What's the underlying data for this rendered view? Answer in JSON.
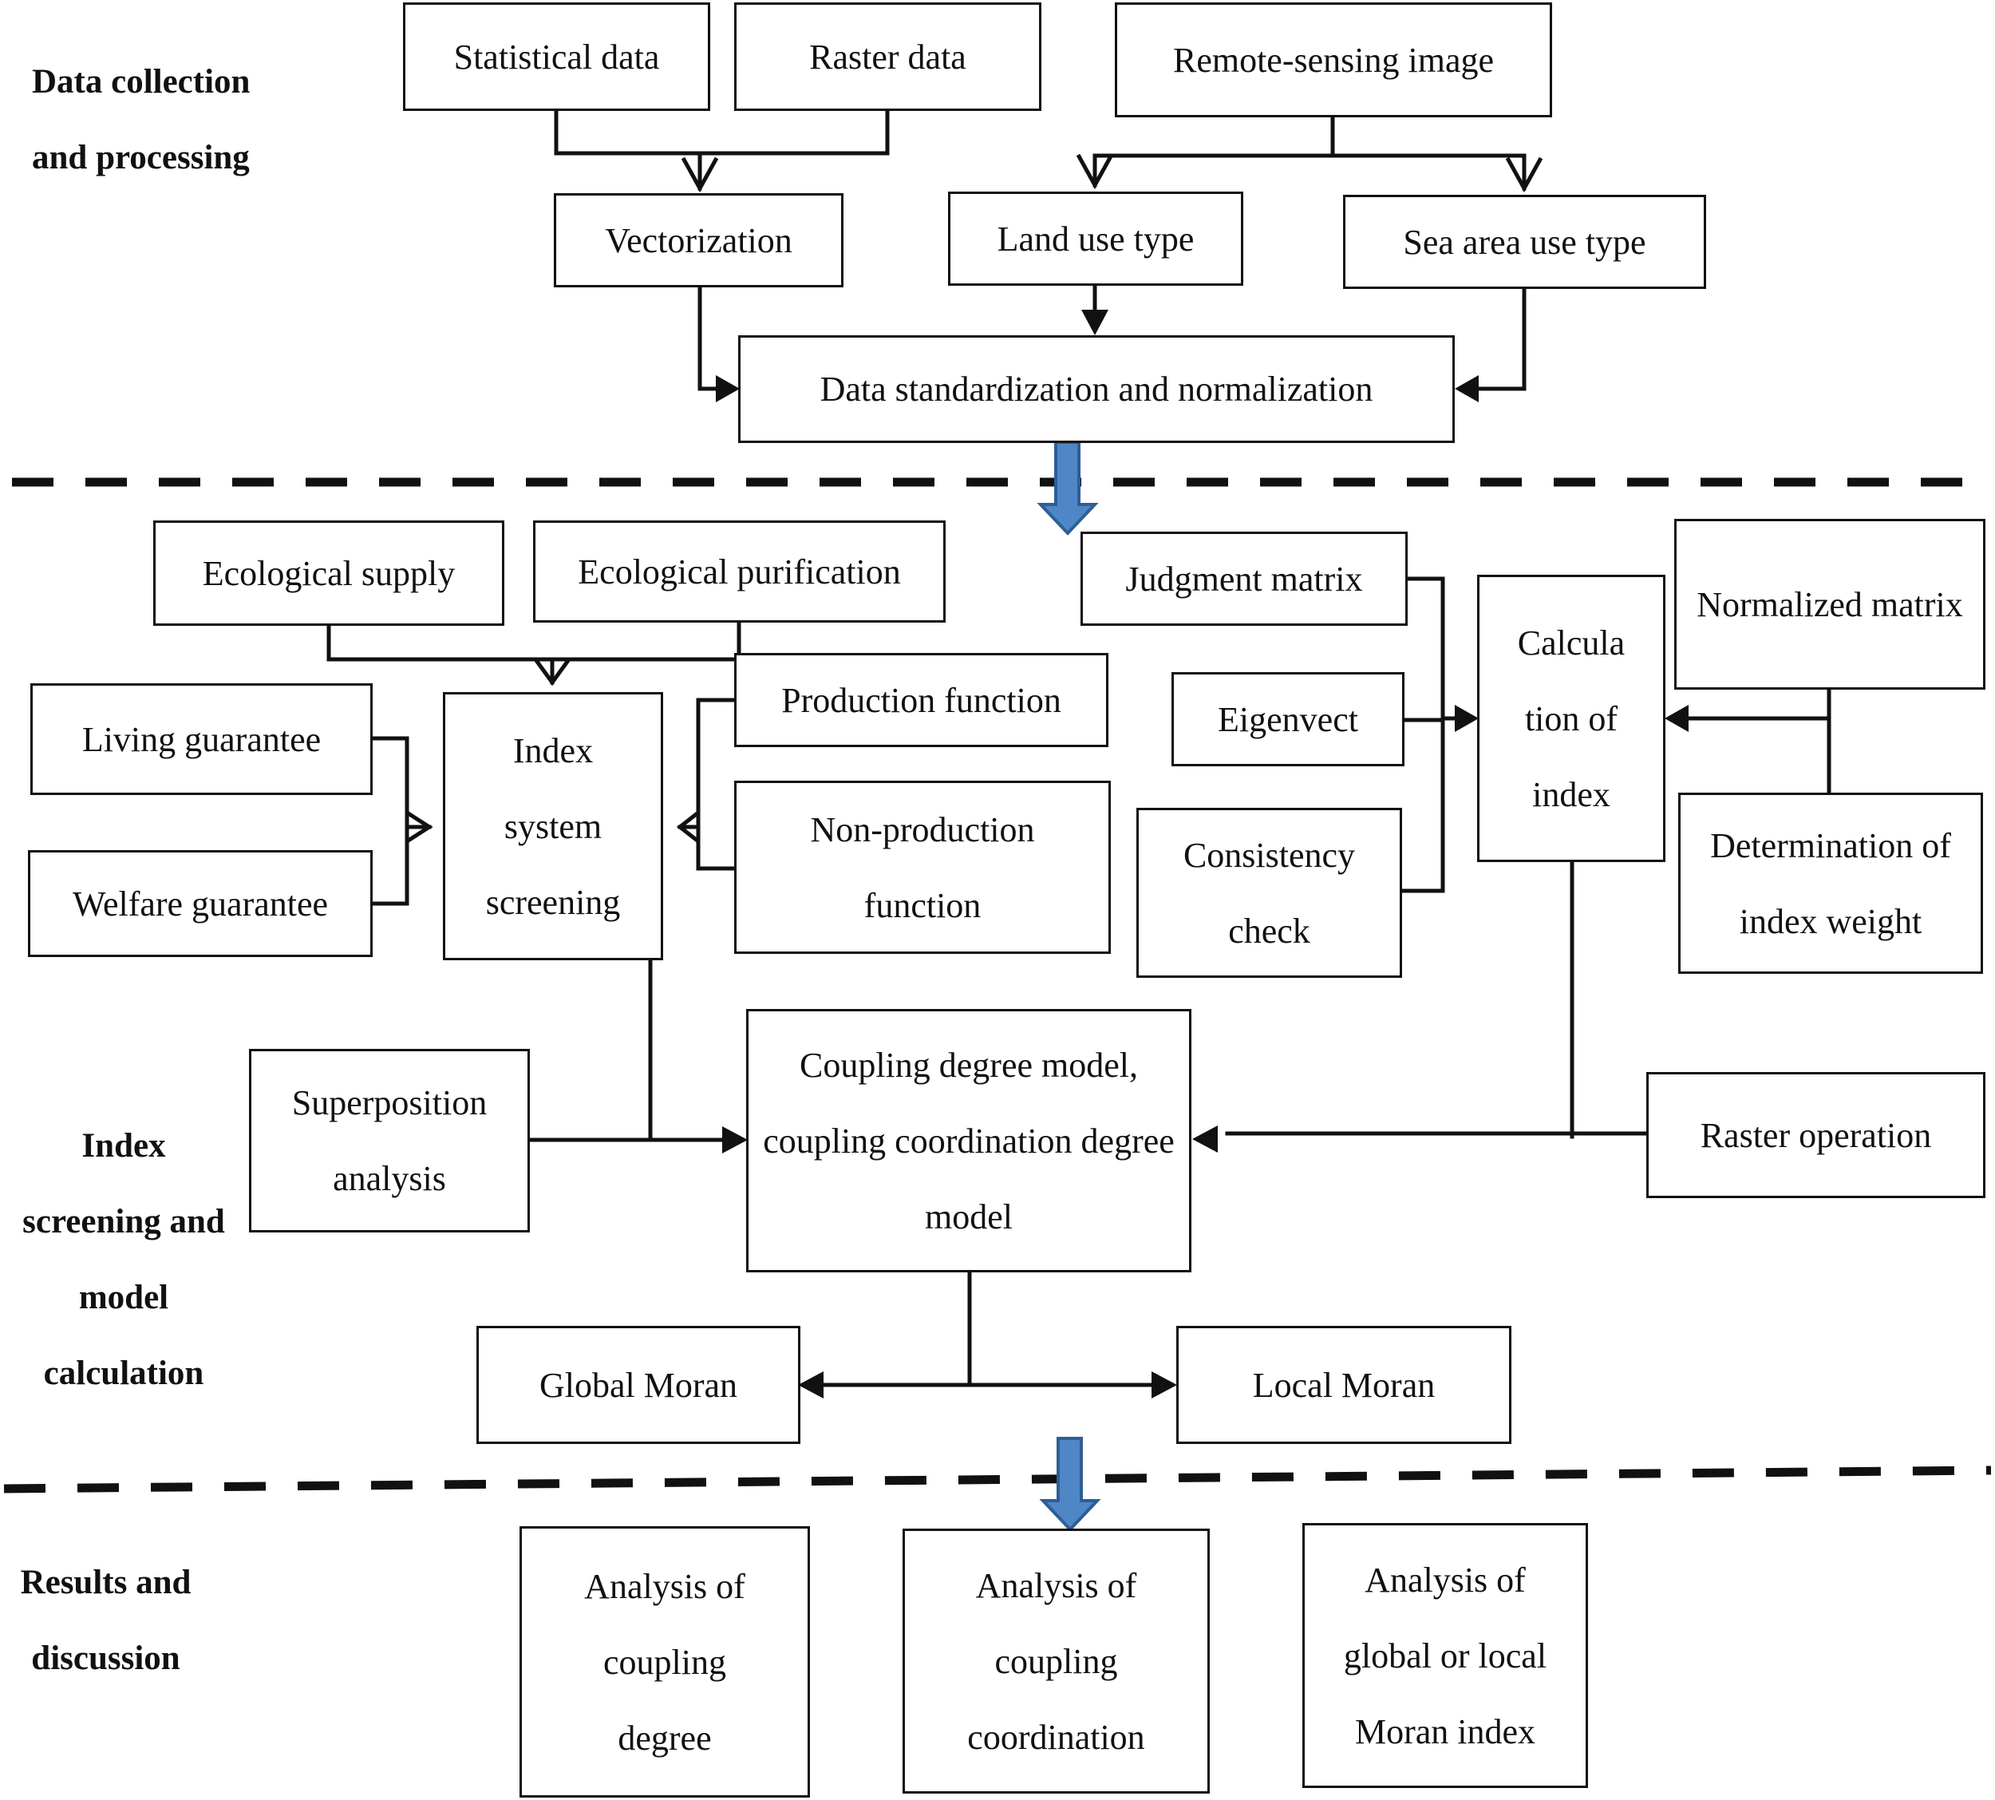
{
  "sections": {
    "data_collection": "Data collection and processing",
    "index_screening": "Index screening and model calculation",
    "results": "Results and discussion"
  },
  "boxes": {
    "statistical_data": "Statistical data",
    "raster_data": "Raster data",
    "remote_sensing_image": "Remote-sensing image",
    "vectorization": "Vectorization",
    "land_use_type": "Land use type",
    "sea_area_use_type": "Sea area use type",
    "data_standardization": "Data standardization and normalization",
    "ecological_supply": "Ecological supply",
    "ecological_purification": "Ecological purification",
    "judgment_matrix": "Judgment matrix",
    "normalized_matrix": "Normalized matrix",
    "living_guarantee": "Living guarantee",
    "welfare_guarantee": "Welfare guarantee",
    "index_system_screening": "Index system screening",
    "production_function": "Production function",
    "non_production_function": "Non-production function",
    "eigenvect": "Eigenvect",
    "consistency_check": "Consistency check",
    "calculation_of_index": "Calcula tion of index",
    "determination_of_index_weight": "Determination of index weight",
    "superposition_analysis": "Superposition analysis",
    "coupling_model": "Coupling degree model, coupling coordination degree model",
    "raster_operation": "Raster operation",
    "global_moran": "Global Moran",
    "local_moran": "Local Moran",
    "analysis_coupling_degree": "Analysis of coupling degree",
    "analysis_coupling_coordination": "Analysis of coupling coordination",
    "analysis_moran_index": "Analysis of global or local Moran index"
  },
  "colors": {
    "flow_arrow_fill": "#4f86c6",
    "flow_arrow_stroke": "#2e5e96",
    "line": "#111111"
  }
}
